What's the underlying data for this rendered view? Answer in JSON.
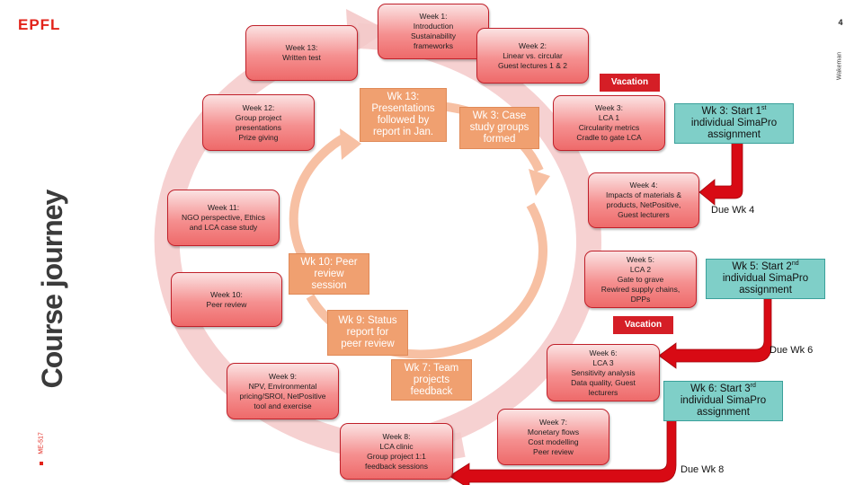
{
  "header": {
    "logo": "EPFL",
    "page_number": "4",
    "author": "Wakeman"
  },
  "side_title": "Course journey",
  "course_code": "ME-517",
  "weeks": [
    {
      "lines": [
        "Week 1:",
        "Introduction",
        "Sustainability",
        "frameworks"
      ]
    },
    {
      "lines": [
        "Week 2:",
        "Linear  vs. circular",
        "Guest lectures 1 & 2"
      ]
    },
    {
      "lines": [
        "Week 3:",
        "LCA 1",
        "Circularity metrics",
        "Cradle to gate LCA"
      ]
    },
    {
      "lines": [
        "Week 4:",
        "Impacts of materials &",
        "products, NetPositive,",
        "Guest lecturers"
      ]
    },
    {
      "lines": [
        "Week 5:",
        "LCA 2",
        "Gate to grave",
        "Rewired supply chains,",
        "DPPs"
      ]
    },
    {
      "lines": [
        "Week 6:",
        "LCA 3",
        "Sensitivity analysis",
        "Data quality, Guest",
        "lecturers"
      ]
    },
    {
      "lines": [
        "Week 7:",
        "Monetary flows",
        "Cost modelling",
        "Peer review"
      ]
    },
    {
      "lines": [
        "Week 8:",
        "LCA clinic",
        "Group  project 1:1",
        "feedback sessions"
      ]
    },
    {
      "lines": [
        "Week 9:",
        "NPV, Environmental",
        "pricing/SROI, NetPositive",
        "tool and exercise"
      ]
    },
    {
      "lines": [
        "Week 10:",
        "Peer review"
      ]
    },
    {
      "lines": [
        "Week 11:",
        "NGO perspective, Ethics",
        "and LCA case study"
      ]
    },
    {
      "lines": [
        "Week 12:",
        "Group project",
        "presentations",
        "Prize giving"
      ]
    },
    {
      "lines": [
        "Week 13:",
        "Written test"
      ]
    }
  ],
  "milestones": [
    {
      "lines": [
        "Wk 13:",
        "Presentations",
        "followed by",
        "report in Jan."
      ]
    },
    {
      "lines": [
        "Wk 3: Case",
        "study groups",
        "formed"
      ]
    },
    {
      "lines": [
        "Wk 10: Peer",
        "review",
        "session"
      ]
    },
    {
      "lines": [
        "Wk 9: Status",
        "report for",
        "peer review"
      ]
    },
    {
      "lines": [
        "Wk 7: Team",
        "projects",
        "feedback"
      ]
    }
  ],
  "assignments": [
    {
      "pre": "Wk 3: Start 1",
      "sup": "st",
      "post": "individual SimaPro",
      "last": "assignment"
    },
    {
      "pre": "Wk 5: Start 2",
      "sup": "nd",
      "post": "individual SimaPro",
      "last": "assignment"
    },
    {
      "pre": "Wk 6: Start 3",
      "sup": "rd",
      "post": "individual SimaPro",
      "last": "assignment"
    }
  ],
  "vacations": [
    "Vacation",
    "Vacation"
  ],
  "due_labels": [
    "Due Wk 4",
    "Due Wk 6",
    "Due Wk 8"
  ],
  "colors": {
    "brand_red": "#e2231a",
    "week_border": "#c0202a",
    "milestone_orange": "#f0a070",
    "assignment_teal": "#7fcfc8",
    "vacation_red": "#d51e26",
    "arrow_red": "#d80a14"
  }
}
